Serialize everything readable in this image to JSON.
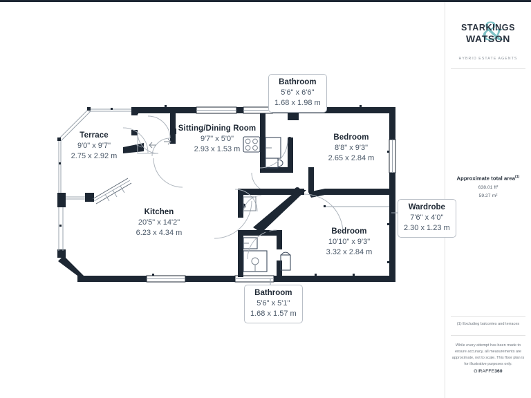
{
  "document": {
    "type": "floor-plan",
    "title": "Floor Plan"
  },
  "rooms": [
    {
      "id": "terrace",
      "name": "Terrace",
      "dim_imperial": "9'0\" x 9'7\"",
      "dim_metric": "2.75 x 2.92 m",
      "label_style": "on-plan"
    },
    {
      "id": "sitting-dining-room",
      "name": "Sitting/Dining Room",
      "dim_imperial": "9'7\" x 5'0\"",
      "dim_metric": "2.93 x 1.53 m",
      "label_style": "on-plan"
    },
    {
      "id": "kitchen",
      "name": "Kitchen",
      "dim_imperial": "20'5\" x 14'2\"",
      "dim_metric": "6.23 x 4.34 m",
      "label_style": "on-plan"
    },
    {
      "id": "bedroom-1",
      "name": "Bedroom",
      "dim_imperial": "8'8\" x 9'3\"",
      "dim_metric": "2.65 x 2.84 m",
      "label_style": "on-plan"
    },
    {
      "id": "bedroom-2",
      "name": "Bedroom",
      "dim_imperial": "10'10\" x 9'3\"",
      "dim_metric": "3.32 x 2.84 m",
      "label_style": "on-plan"
    },
    {
      "id": "bathroom-top",
      "name": "Bathroom",
      "dim_imperial": "5'6\" x 6'6\"",
      "dim_metric": "1.68 x 1.98 m",
      "label_style": "callout"
    },
    {
      "id": "bathroom-bottom",
      "name": "Bathroom",
      "dim_imperial": "5'6\" x 5'1\"",
      "dim_metric": "1.68 x 1.57 m",
      "label_style": "callout"
    },
    {
      "id": "wardrobe",
      "name": "Wardrobe",
      "dim_imperial": "7'6\" x 4'0\"",
      "dim_metric": "2.30 x 1.23 m",
      "label_style": "callout"
    }
  ],
  "sidebar": {
    "logo": {
      "line1": "STARKINGS",
      "line2": "WATSON",
      "ampersand": "&",
      "tagline": "HYBRID ESTATE AGENTS"
    },
    "area": {
      "title": "Approximate total area",
      "footnote_marker": "(1)",
      "value_imperial": "638.01 ft²",
      "value_metric": "59.27 m²"
    },
    "exclusion_note": "(1) Excluding balconies and terraces",
    "disclaimer": "While every attempt has been made to ensure accuracy, all measurements are approximate, not to scale. This floor plan is for illustrative purposes only.",
    "brand_mark_prefix": "GIRAFFE",
    "brand_mark_suffix": "360"
  },
  "colors": {
    "wall": "#1d2733",
    "text_primary": "#1d2733",
    "text_secondary": "#4a5868",
    "accent": "#7fc2c6",
    "divider": "#e3e3e3",
    "background": "#ffffff"
  }
}
